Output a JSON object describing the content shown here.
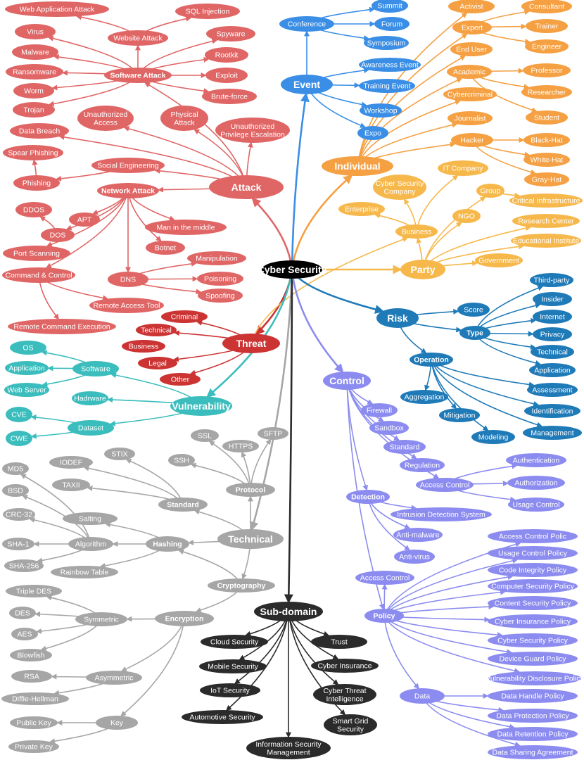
{
  "colors": {
    "attack": "#e06666",
    "threat": "#cc3333",
    "vuln": "#3bbdbd",
    "technical": "#a6a6a6",
    "subdomain": "#2b2b2b",
    "event": "#3a8ee6",
    "individual": "#f5a042",
    "party": "#f7b84b",
    "risk": "#1f7ab8",
    "control": "#8c8cf0",
    "root": "#000000"
  },
  "nodes": {
    "root": "Cyber Security",
    "attack": "Attack",
    "software_attack": "Software Attack",
    "website_attack": "Website Attack",
    "web_app_attack": "Web Application Attack",
    "sql_injection": "SQL Injection",
    "virus": "Virus",
    "malware": "Malware",
    "ransomware": "Ransomware",
    "worm": "Worm",
    "trojan": "Trojan",
    "spyware": "Spyware",
    "rootkit": "Rootkit",
    "exploit": "Exploit",
    "brute_force": "Brute-force",
    "unauthorized_access": "Unauthorized Access",
    "physical_attack": "Physical Attack",
    "unauth_priv": "Unauthorized Privilege Escalation",
    "data_breach": "Data Breach",
    "spear_phishing": "Spear Phishing",
    "phishing": "Phishing",
    "social_engineering": "Social Engineering",
    "network_attack": "Network Attack",
    "ddos": "DDOS",
    "apt": "APT",
    "dos": "DOS",
    "mitm": "Man in the middle",
    "botnet": "Botnet",
    "port_scanning": "Port Scanning",
    "command_control": "Command & Control",
    "dns": "DNS",
    "manipulation": "Manipulation",
    "poisoning": "Poisoning",
    "spoofing": "Spoofing",
    "remote_access_tool": "Remote Access Tool",
    "remote_cmd_exec": "Remote Command Execution",
    "threat": "Threat",
    "criminal": "Criminal",
    "threat_technical": "Technical",
    "business": "Business",
    "legal": "Legal",
    "other": "Other",
    "vulnerability": "Vulnerability",
    "software": "Software",
    "os": "OS",
    "application": "Application",
    "web_server": "Web Server",
    "hardware": "Hadrware",
    "dataset": "Dataset",
    "cve": "CVE",
    "cwe": "CWE",
    "technical": "Technical",
    "protocol": "Protocol",
    "ssl": "SSL",
    "https": "HTTPS",
    "sftp": "SFTP",
    "ssh": "SSH",
    "standard": "Standard",
    "iodef": "IODEF",
    "stix": "STIX",
    "taxii": "TAXII",
    "hashing": "Hashing",
    "md5": "MD5",
    "bsd": "BSD",
    "crc32": "CRC-32",
    "sha1": "SHA-1",
    "sha256": "SHA-256",
    "algorithm": "Algorithm",
    "salting": "Salting",
    "rainbow_table": "Rainbow Table",
    "cryptography": "Cryptography",
    "encryption": "Encryption",
    "symmetric": "Symmetric",
    "triple_des": "Triple DES",
    "des": "DES",
    "aes": "AES",
    "blowfish": "Blowfish",
    "asymmetric": "Asymmetric",
    "rsa": "RSA",
    "diffie_hellman": "Diffie-Hellman",
    "key": "Key",
    "public_key": "Public Key",
    "private_key": "Private Key",
    "subdomain": "Sub-domain",
    "cloud_security": "Cloud Security",
    "mobile_security": "Mobile Security",
    "iot_security": "IoT Security",
    "automotive_security": "Automotive Security",
    "info_sec_mgmt": "Information Security Management",
    "trust": "Trust",
    "cyber_insurance": "Cyber Insurance",
    "cyber_threat_intel": "Cyber Threat Intelligence",
    "smart_grid": "Smart Grid Security",
    "event": "Event",
    "conference": "Conference",
    "summit": "Summit",
    "forum": "Forum",
    "symposium": "Symposium",
    "awareness_event": "Awareness Event",
    "training_event": "Training Event",
    "workshop": "Workshop",
    "expo": "Expo",
    "individual": "Individual",
    "activist": "Activist",
    "expert": "Expert",
    "consultant": "Consultant",
    "trainer": "Trainer",
    "engineer": "Engineer",
    "end_user": "End User",
    "academic": "Academic",
    "professor": "Professor",
    "researcher": "Researcher",
    "student": "Student",
    "cybercriminal": "Cybercriminal",
    "journalist": "Journalist",
    "hacker": "Hacker",
    "black_hat": "Black-Hat",
    "white_hat": "White-Hat",
    "gray_hat": "Gray-Hat",
    "party": "Party",
    "it_company": "IT Company",
    "cs_company": "Cyber Security Company",
    "enterprise": "Enterprise",
    "group": "Group",
    "ngo": "NGO",
    "critical_infra": "Critical Infrastructure",
    "research_center": "Research Center",
    "educational": "Educational Institute",
    "government": "Government",
    "risk": "Risk",
    "score": "Score",
    "type": "Type",
    "third_party": "Third-party",
    "insider": "Insider",
    "internet": "Internet",
    "privacy": "Privacy",
    "risk_technical": "Technical",
    "risk_application": "Application",
    "operation": "Operation",
    "aggregation": "Aggregation",
    "mitigation": "Mitigation",
    "modeling": "Modeling",
    "assessment": "Assessment",
    "identification": "Identification",
    "management": "Management",
    "control": "Control",
    "firewall": "Firewall",
    "sandbox": "Sandbox",
    "ctrl_standard": "Standard",
    "regulation": "Regulation",
    "access_control": "Access Control",
    "authentication": "Authentication",
    "authorization": "Authorization",
    "usage_control": "Usage Control",
    "detection": "Detection",
    "ids": "Intrusion Detection System",
    "anti_malware": "Anti-malware",
    "anti_virus": "Anti-virus",
    "policy_access_control": "Access Control",
    "policy": "Policy",
    "access_control_policy": "Access Control Polic",
    "usage_control_policy": "Usage Control Policy",
    "code_integrity_policy": "Code Integrity Policy",
    "computer_security_policy": "Computer Security Policy",
    "content_security_policy": "Content Security Policy",
    "cyber_insurance_policy": "Cyber Insurance Policy",
    "cyber_security_policy": "Cyber Security Policy",
    "device_guard_policy": "Device Guard Policy",
    "vuln_disclosure_policy": "Vulnerability Disclosure Policy",
    "data": "Data",
    "data_handle_policy": "Data Handle Policy",
    "data_protection_policy": "Data Protection Policy",
    "data_retention_policy": "Data Retention Policy",
    "data_sharing_agreement": "Data Sharing Agreement"
  }
}
